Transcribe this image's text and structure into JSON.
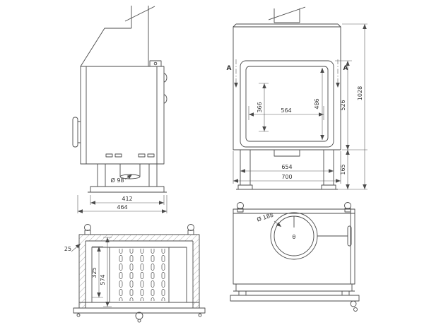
{
  "drawing": {
    "side_view": {
      "flue_diameter": "Ø 98",
      "base_width_inner": "412",
      "base_width_outer": "464"
    },
    "front_view": {
      "section_marker_left": "A",
      "section_marker_right": "A",
      "glass_inner_height": "366",
      "glass_width": "564",
      "glass_height": "486",
      "body_height": "526",
      "total_height": "1028",
      "leg_height": "165",
      "base_width": "654",
      "overall_width": "700"
    },
    "top_view": {
      "wall_thickness": "25",
      "inner_depth": "325",
      "outer_depth": "574"
    },
    "rear_view": {
      "flue_diameter": "Ø 188",
      "damper_symbol": "θ"
    }
  },
  "colors": {
    "line": "#4a4a4a",
    "dimension": "#5a5a5a",
    "background": "#ffffff"
  }
}
